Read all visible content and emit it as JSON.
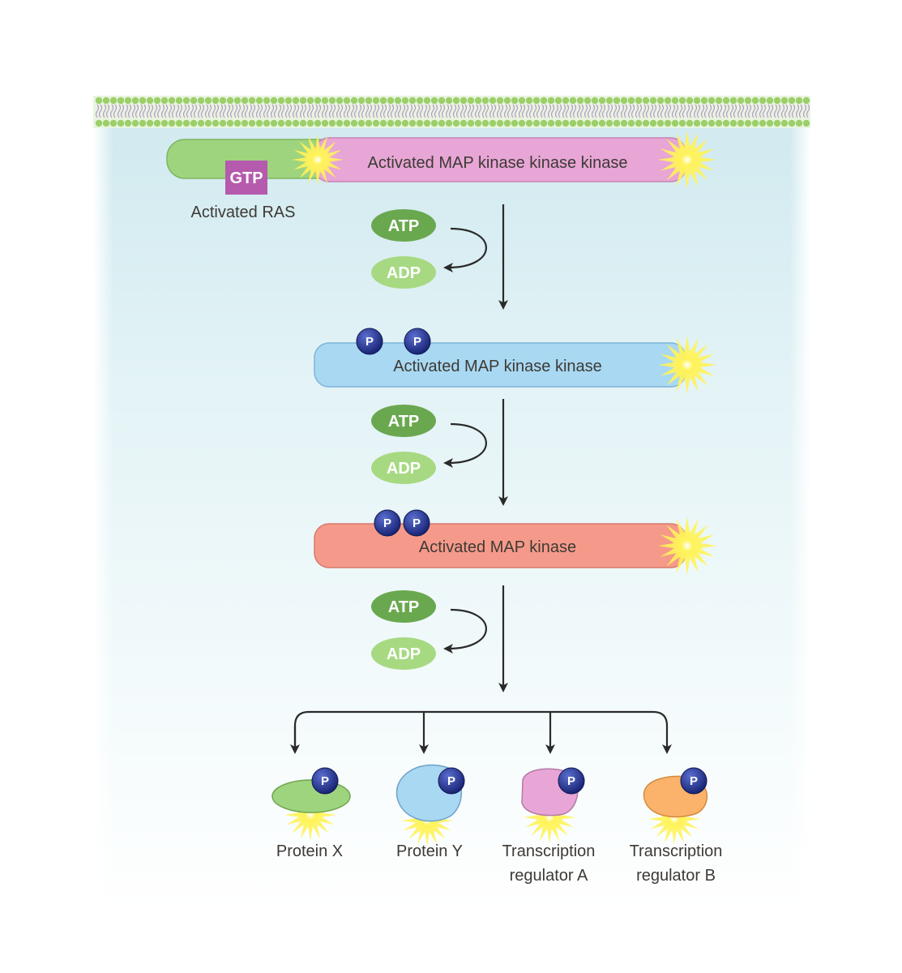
{
  "ras": {
    "label": "Activated RAS",
    "gtp": "GTP"
  },
  "kinases": {
    "mapkkk": "Activated MAP kinase kinase kinase",
    "mapkk": "Activated MAP kinase kinase",
    "mapk": "Activated MAP kinase"
  },
  "cofactors": {
    "atp": "ATP",
    "adp": "ADP"
  },
  "phosphate": "P",
  "targets": [
    {
      "line1": "Protein X",
      "line2": ""
    },
    {
      "line1": "Protein Y",
      "line2": ""
    },
    {
      "line1": "Transcription",
      "line2": "regulator A"
    },
    {
      "line1": "Transcription",
      "line2": "regulator B"
    }
  ],
  "colors": {
    "ras": "#9fd47e",
    "mapkkk": "#e7a6d5",
    "mapkk": "#a9d8f2",
    "mapk": "#f59a8a",
    "atp": "#6aa84f",
    "adp": "#a7d982",
    "gtp": "#b55aad",
    "phosphate": "#1f2d86",
    "glow": "#ffea3d"
  }
}
